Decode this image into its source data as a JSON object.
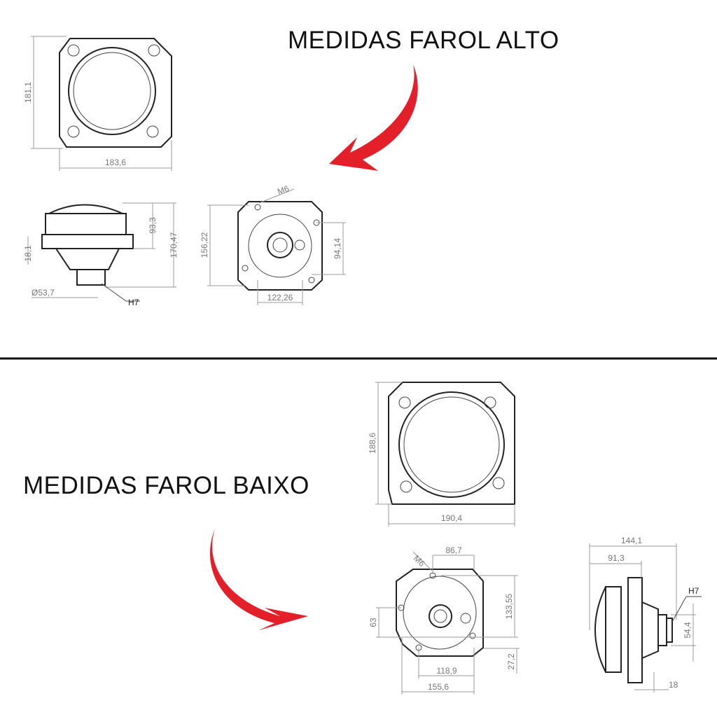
{
  "titles": {
    "high": "MEDIDAS FAROL ALTO",
    "low": "MEDIDAS FAROL BAIXO"
  },
  "high_beam": {
    "front": {
      "height": "181,1",
      "width": "183,6"
    },
    "side": {
      "d1": "93,3",
      "d2": "170,47",
      "d3": "18,1",
      "diameter": "Ø53,7",
      "bulb": "H7"
    },
    "rear": {
      "thread": "M6",
      "height": "156,22",
      "d1": "94,14",
      "width": "122,26"
    }
  },
  "low_beam": {
    "front": {
      "height": "188,6",
      "width": "190,4"
    },
    "rear": {
      "thread": "M6",
      "top": "86,7",
      "height": "133,55",
      "left": "63",
      "bottom_offset": "27,2",
      "inner_width": "118,9",
      "width": "155,6"
    },
    "side": {
      "length": "144,1",
      "partial": "91,3",
      "bulb": "H7",
      "d1": "54,4",
      "d2": "18"
    }
  },
  "colors": {
    "arrow": "#e3202a",
    "divider": "#111111"
  }
}
